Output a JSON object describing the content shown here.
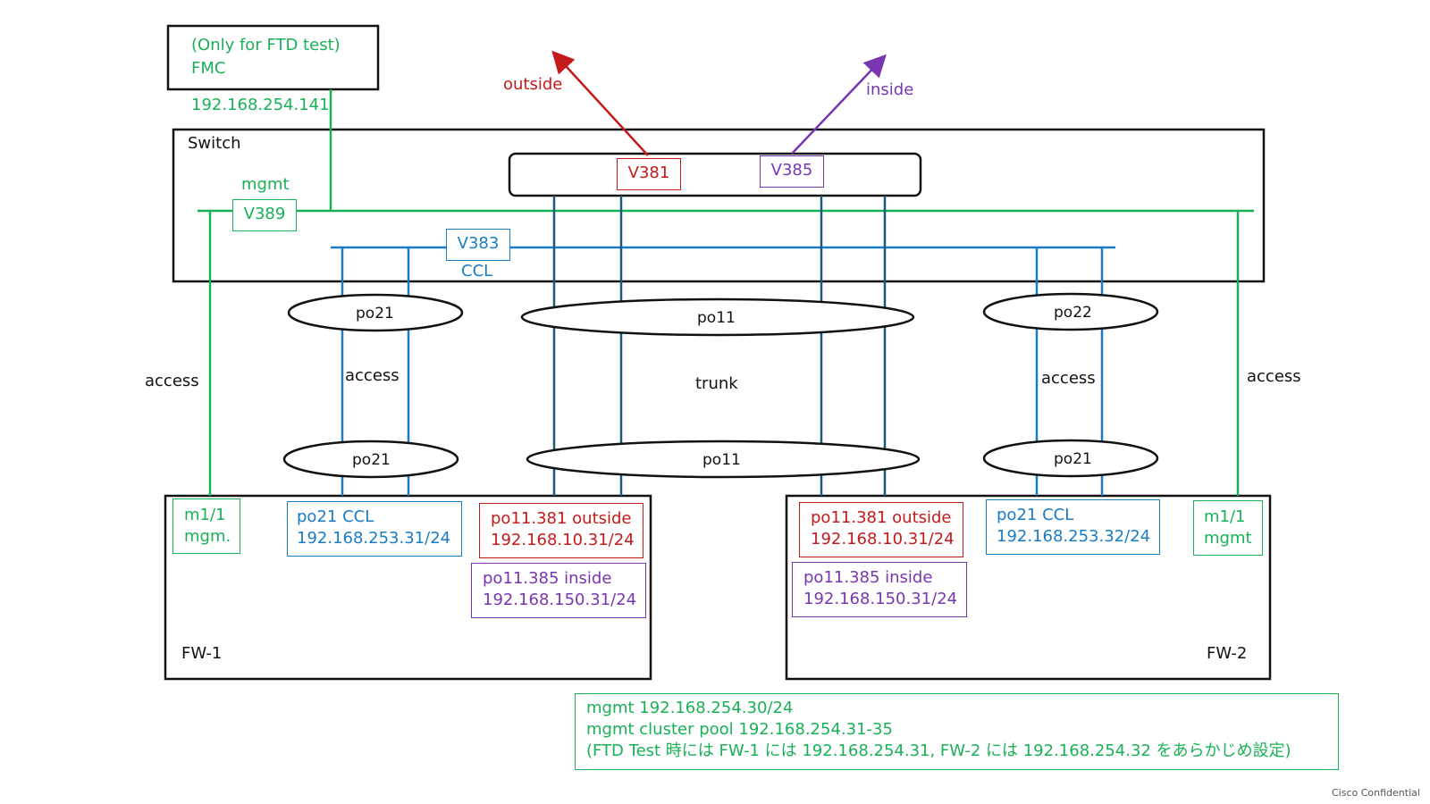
{
  "fmc": {
    "line1": "(Only for FTD test)",
    "line2": "FMC",
    "ip": "192.168.254.141"
  },
  "switch": {
    "title": "Switch"
  },
  "vlans": {
    "v381": "V381",
    "v385": "V385",
    "v389": "V389",
    "v383": "V383",
    "mgmt_label": "mgmt",
    "ccl_label": "CCL"
  },
  "arrows": {
    "outside": "outside",
    "inside": "inside"
  },
  "port_channels": {
    "sw_po21": "po21",
    "sw_po11": "po11",
    "sw_po22": "po22",
    "fw_po21_left": "po21",
    "fw_po11": "po11",
    "fw_po21_right": "po21"
  },
  "link_modes": {
    "access_left": "access",
    "access_ccl_left": "access",
    "trunk": "trunk",
    "access_ccl_right": "access",
    "access_right": "access"
  },
  "fw1": {
    "name": "FW-1",
    "mgmt_line1": "m1/1",
    "mgmt_line2": "mgm.",
    "ccl_line1": "po21 CCL",
    "ccl_line2": "192.168.253.31/24",
    "outside_line1": "po11.381 outside",
    "outside_line2": "192.168.10.31/24",
    "inside_line1": "po11.385 inside",
    "inside_line2": "192.168.150.31/24"
  },
  "fw2": {
    "name": "FW-2",
    "mgmt_line1": "m1/1",
    "mgmt_line2": "mgmt",
    "ccl_line1": "po21 CCL",
    "ccl_line2": "192.168.253.32/24",
    "outside_line1": "po11.381 outside",
    "outside_line2": "192.168.10.31/24",
    "inside_line1": "po11.385 inside",
    "inside_line2": "192.168.150.31/24"
  },
  "notes": {
    "line1": "mgmt 192.168.254.30/24",
    "line2": "mgmt cluster pool 192.168.254.31-35",
    "line3": "(FTD Test 時には FW-1 には 192.168.254.31, FW-2 には 192.168.254.32 をあらかじめ設定)"
  },
  "footer": {
    "confidential": "Cisco Confidential"
  },
  "colors": {
    "mgmt": "#19b157",
    "ccl": "#1a7cc2",
    "trunk": "#1a5a78",
    "outside": "#c31b1b",
    "inside": "#7a35b0",
    "frame": "#111111"
  }
}
